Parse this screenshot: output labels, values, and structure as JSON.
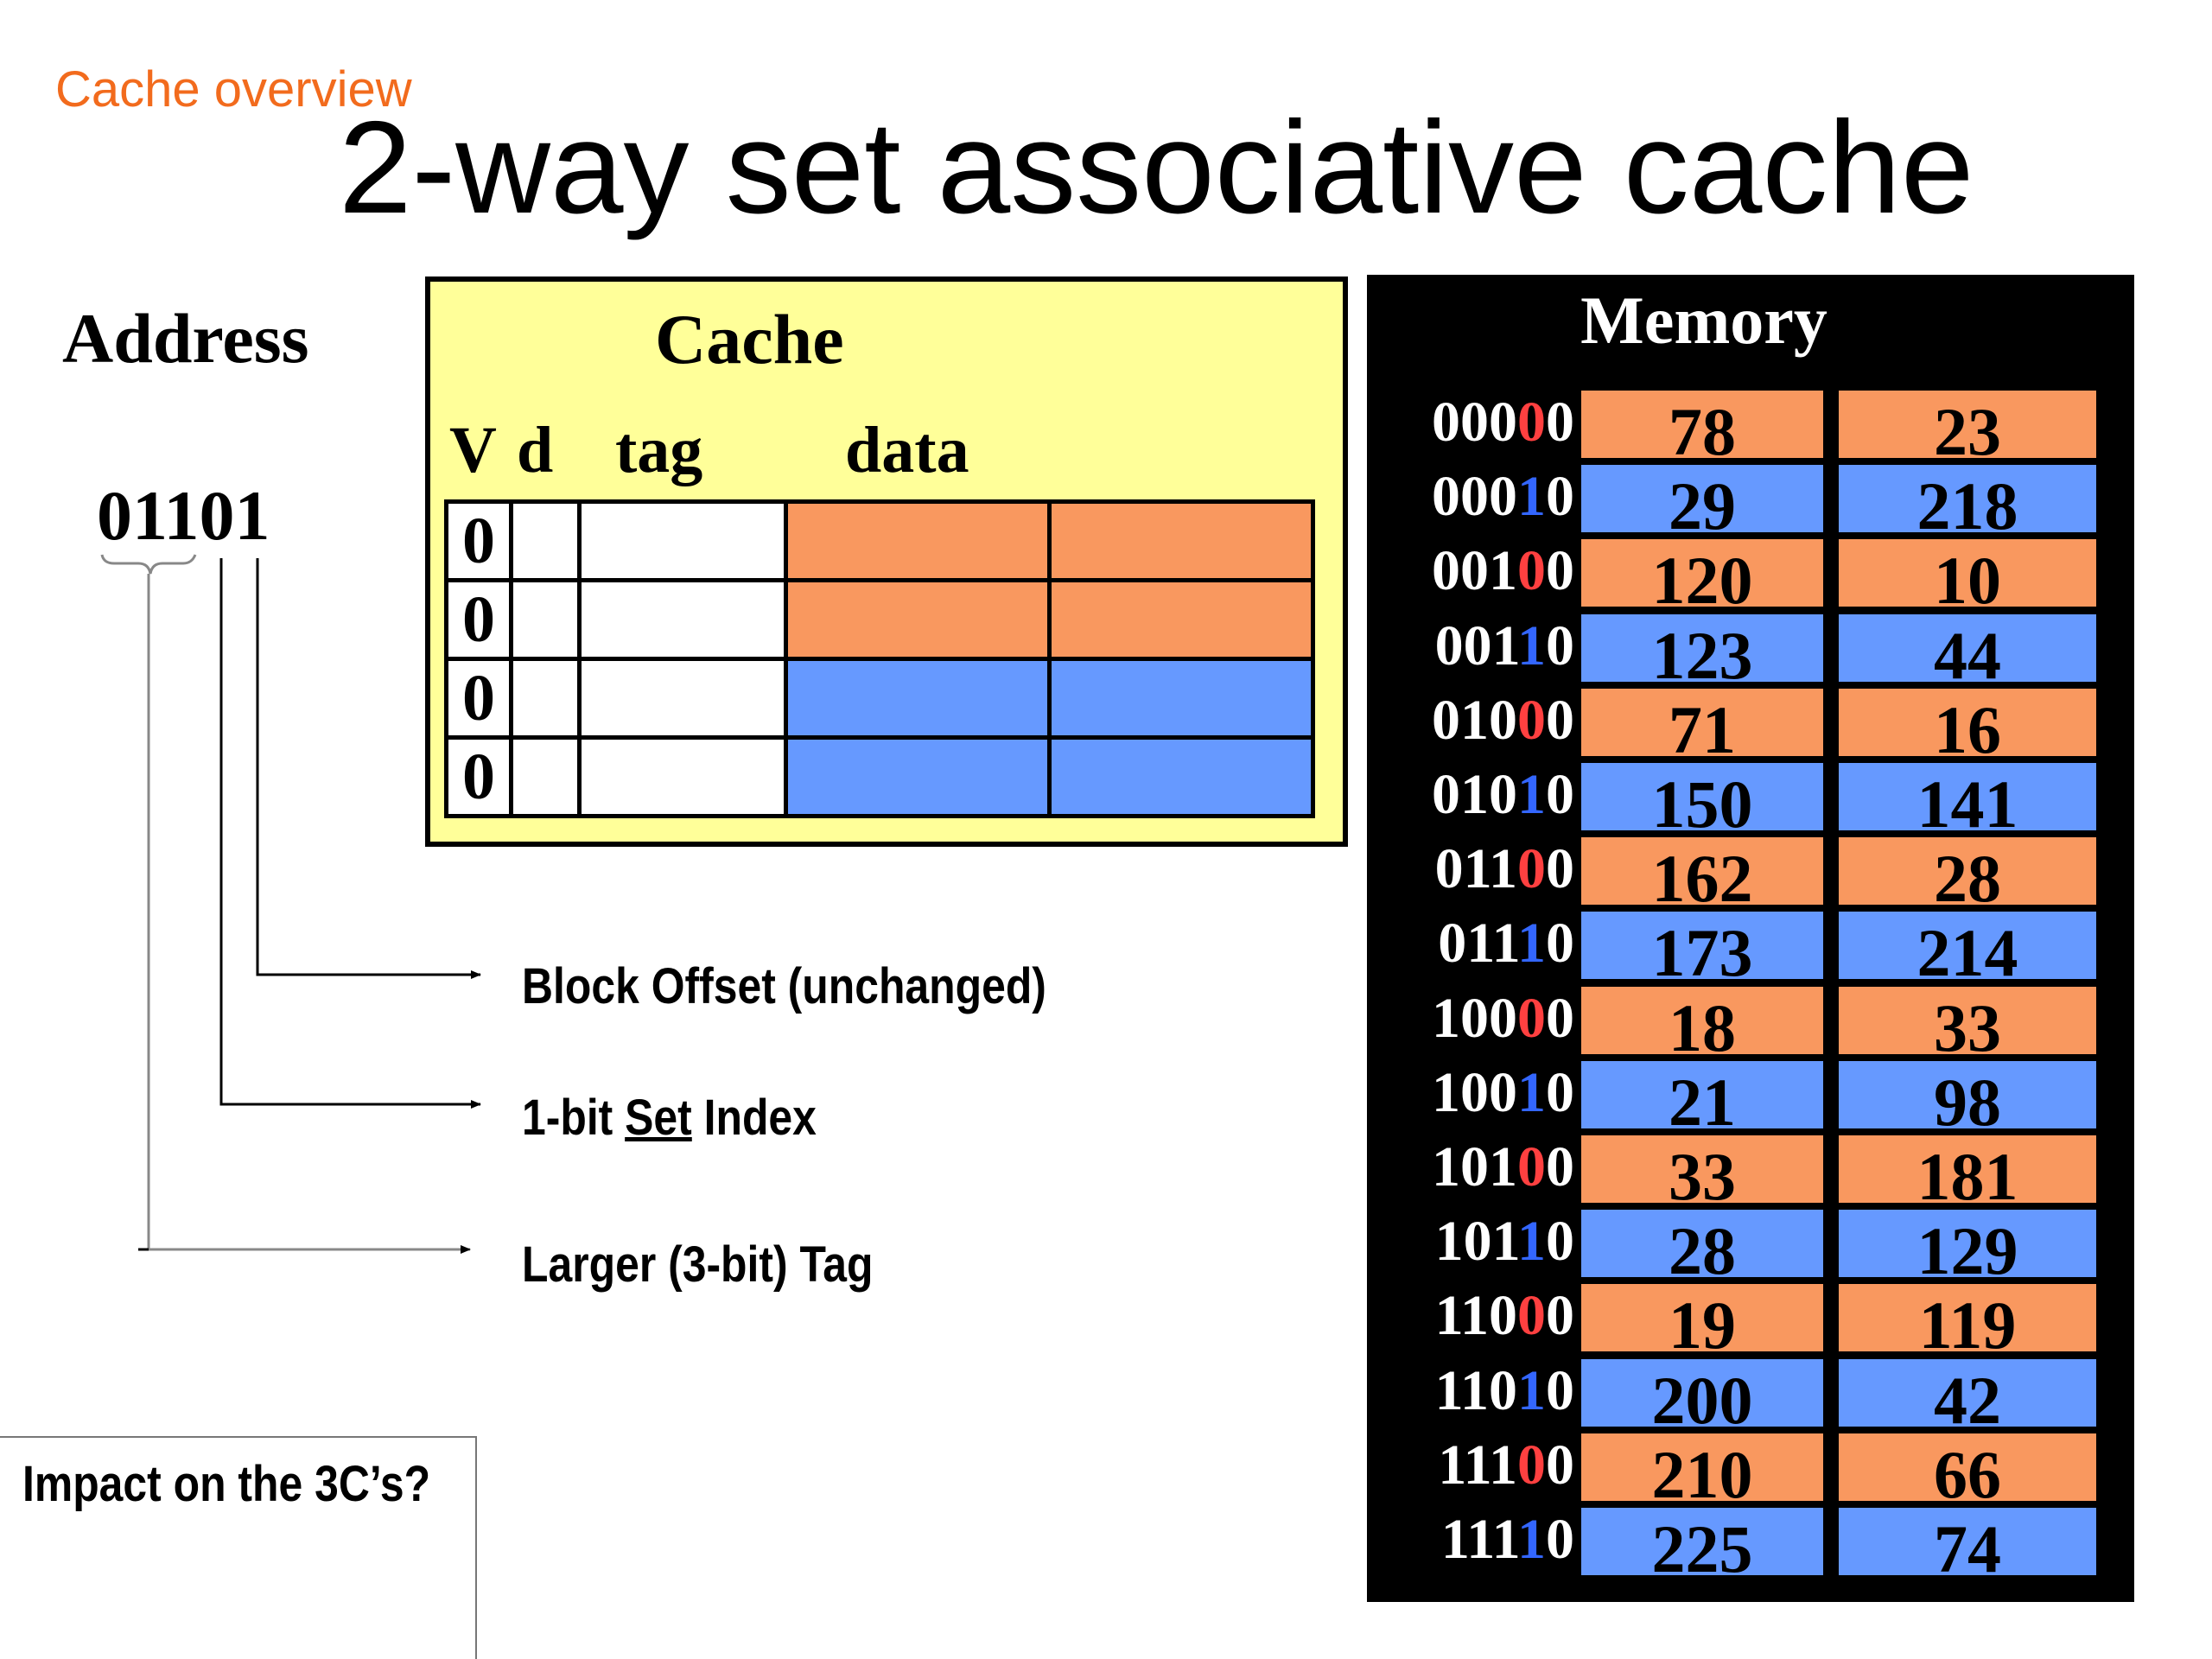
{
  "header": {
    "section_label": "Cache overview",
    "title": "2-way set associative cache"
  },
  "address": {
    "heading": "Address",
    "value": "01101"
  },
  "cache": {
    "heading": "Cache",
    "columns": {
      "v": "V",
      "d": "d",
      "tag": "tag",
      "data": "data"
    },
    "rows": [
      {
        "v": "0",
        "d": "",
        "tag": "",
        "color": "#F9985F"
      },
      {
        "v": "0",
        "d": "",
        "tag": "",
        "color": "#F9985F"
      },
      {
        "v": "0",
        "d": "",
        "tag": "",
        "color": "#6699FF"
      },
      {
        "v": "0",
        "d": "",
        "tag": "",
        "color": "#6699FF"
      }
    ]
  },
  "memory": {
    "heading": "Memory",
    "rows": [
      {
        "addr": "00000",
        "a": "78",
        "b": "23"
      },
      {
        "addr": "00010",
        "a": "29",
        "b": "218"
      },
      {
        "addr": "00100",
        "a": "120",
        "b": "10"
      },
      {
        "addr": "00110",
        "a": "123",
        "b": "44"
      },
      {
        "addr": "01000",
        "a": "71",
        "b": "16"
      },
      {
        "addr": "01010",
        "a": "150",
        "b": "141"
      },
      {
        "addr": "01100",
        "a": "162",
        "b": "28"
      },
      {
        "addr": "01110",
        "a": "173",
        "b": "214"
      },
      {
        "addr": "10000",
        "a": "18",
        "b": "33"
      },
      {
        "addr": "10010",
        "a": "21",
        "b": "98"
      },
      {
        "addr": "10100",
        "a": "33",
        "b": "181"
      },
      {
        "addr": "10110",
        "a": "28",
        "b": "129"
      },
      {
        "addr": "11000",
        "a": "19",
        "b": "119"
      },
      {
        "addr": "11010",
        "a": "200",
        "b": "42"
      },
      {
        "addr": "11100",
        "a": "210",
        "b": "66"
      },
      {
        "addr": "11110",
        "a": "225",
        "b": "74"
      }
    ],
    "colors": {
      "orange": "#F9985F",
      "blue": "#6699FF",
      "index_red": "#FF4040",
      "index_blue": "#3366FF"
    }
  },
  "annotations": {
    "block_offset": "Block Offset (unchanged)",
    "set_index_prefix": "1-bit ",
    "set_index_underlined": "Set",
    "set_index_suffix": " Index",
    "tag": "Larger (3-bit) Tag"
  },
  "question": "Impact on the 3C’s?"
}
